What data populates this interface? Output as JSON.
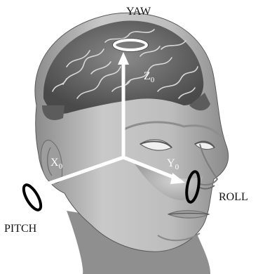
{
  "labels": {
    "yaw": "YAW",
    "pitch": "PITCH",
    "roll": "ROLL"
  },
  "axes": {
    "z": {
      "letter": "Z",
      "sub": "0"
    },
    "x": {
      "letter": "X",
      "sub": "0"
    },
    "y": {
      "letter": "Y",
      "sub": "0"
    }
  },
  "colors": {
    "axis_arrows": "#ffffff",
    "rotation_rings_yaw": "#ffffff",
    "rotation_rings_pitch_roll": "#000000",
    "head_skin": "#b5b5b5",
    "brain_surface": "#6e6e6e"
  }
}
